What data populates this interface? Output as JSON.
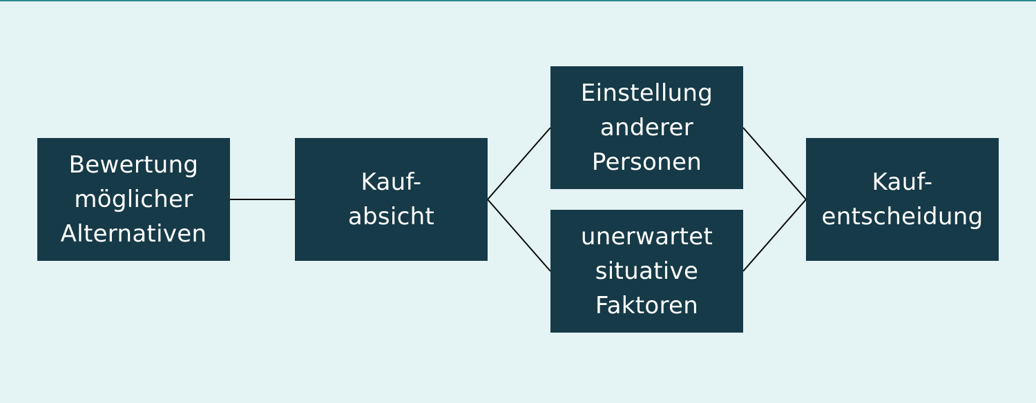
{
  "colors": {
    "background": "#e4f3f4",
    "node_fill": "#163a47",
    "node_text": "#ffffff",
    "connector": "#0a0a0a",
    "top_rule": "#2a8a8c"
  },
  "nodes": {
    "evaluation": {
      "lines": [
        "Bewertung",
        "möglicher",
        "Alternativen"
      ]
    },
    "intent": {
      "lines": [
        "Kauf-",
        "absicht"
      ]
    },
    "others_attitude": {
      "lines": [
        "Einstellung",
        "anderer",
        "Personen"
      ]
    },
    "situational_factors": {
      "lines": [
        "unerwartet",
        "situative",
        "Faktoren"
      ]
    },
    "decision": {
      "lines": [
        "Kauf-",
        "entscheidung"
      ]
    }
  }
}
